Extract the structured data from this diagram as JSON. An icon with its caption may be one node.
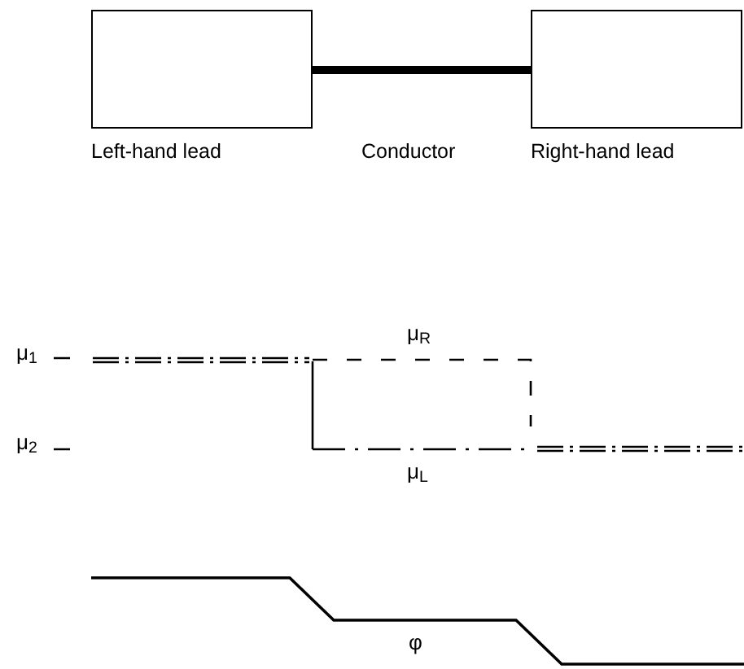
{
  "diagram": {
    "nodes": [
      {
        "text": [
          "Left-hand lead"
        ]
      },
      {
        "text": [
          "Right-hand lead"
        ]
      }
    ],
    "edges": [
      {
        "from": 0,
        "to": 1,
        "arrow": "none",
        "label": "Conductor"
      }
    ],
    "labels": [
      "μ$_{R}$",
      "μ$_{1}$",
      "μ$_{2}$",
      "μ$_{L}$",
      "φ"
    ]
  }
}
